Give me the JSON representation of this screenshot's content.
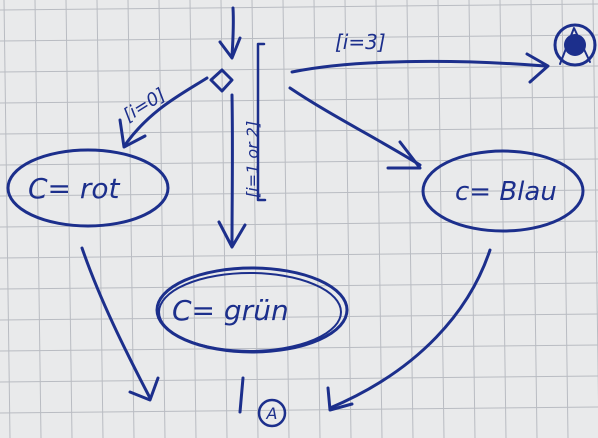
{
  "diagram": {
    "states": {
      "red": "C= rot",
      "green": "C= grün",
      "blue": "c= Blau"
    },
    "guards": {
      "left": "[i=0]",
      "middle": "[i=1 or 2]",
      "right": "[i=3]"
    },
    "final_state_label": "A",
    "colors": {
      "ink": "#1c2f8c",
      "paper": "#e9eaeb",
      "grid": "#b9bcc2"
    }
  }
}
